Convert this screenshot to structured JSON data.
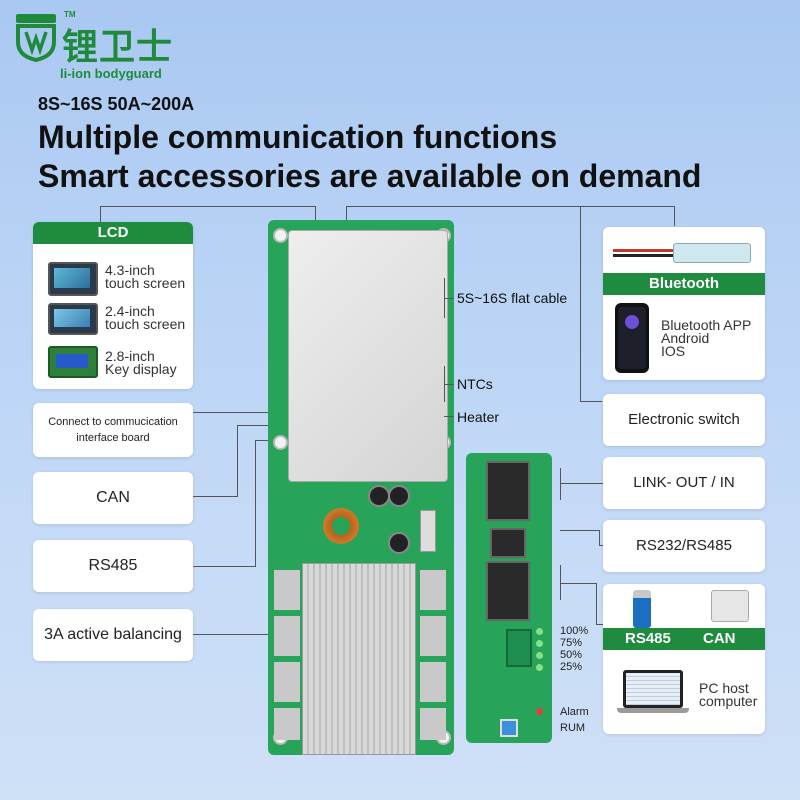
{
  "brand": {
    "tm": "TM",
    "name_cn": "锂卫士",
    "name_en": "li-ion bodyguard"
  },
  "spec": "8S~16S 50A~200A",
  "headline": {
    "line1": "Multiple communication functions",
    "line2": "Smart accessories are available on demand"
  },
  "lcd": {
    "title": "LCD",
    "items": [
      {
        "line1": "4.3-inch",
        "line2": "touch screen"
      },
      {
        "line1": "2.4-inch",
        "line2": "touch screen"
      },
      {
        "line1": "2.8-inch",
        "line2": "Key display"
      }
    ]
  },
  "left_cards": {
    "comm_board_line1": "Connect to commucication",
    "comm_board_line2": "interface board",
    "can": "CAN",
    "rs485": "RS485",
    "balancing": "3A active balancing"
  },
  "board_labels": {
    "flat_cable": "5S~16S flat cable",
    "ntcs": "NTCs",
    "heater": "Heater"
  },
  "comm_board_labels": [
    "100%",
    "75%",
    "50%",
    "25%",
    "Alarm",
    "RUM"
  ],
  "right_cards": {
    "bluetooth_title": "Bluetooth",
    "bluetooth_app_line1": "Bluetooth APP",
    "bluetooth_app_line2": "Android",
    "bluetooth_app_line3": "IOS",
    "electronic_switch": "Electronic switch",
    "link": "LINK- OUT / IN",
    "rs232": "RS232/RS485",
    "adapter_rs485": "RS485",
    "adapter_can": "CAN",
    "pc_line1": "PC host",
    "pc_line2": "computer"
  },
  "colors": {
    "brand_green": "#1e8b3e",
    "pcb_green": "#27a35a",
    "background": "#b9d3f5"
  }
}
